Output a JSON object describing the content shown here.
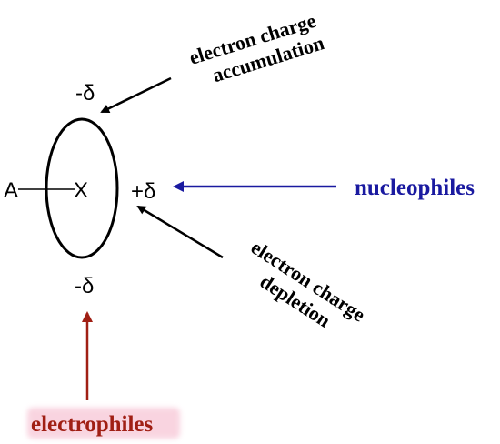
{
  "molecule": {
    "atom_a": "A",
    "atom_x": "X"
  },
  "charges": {
    "top": "-δ",
    "right": "+δ",
    "bottom": "-δ"
  },
  "labels": {
    "accumulation_line1": "electron charge",
    "accumulation_line2": "accumulation",
    "depletion_line1": "electron charge",
    "depletion_line2": "depletion",
    "nucleophiles": "nucleophiles",
    "electrophiles": "electrophiles"
  },
  "colors": {
    "ink": "#000000",
    "nucleophile": "#1a1aa0",
    "electrophile": "#a01f14",
    "electrophile_glow": "#f7c6d6"
  }
}
